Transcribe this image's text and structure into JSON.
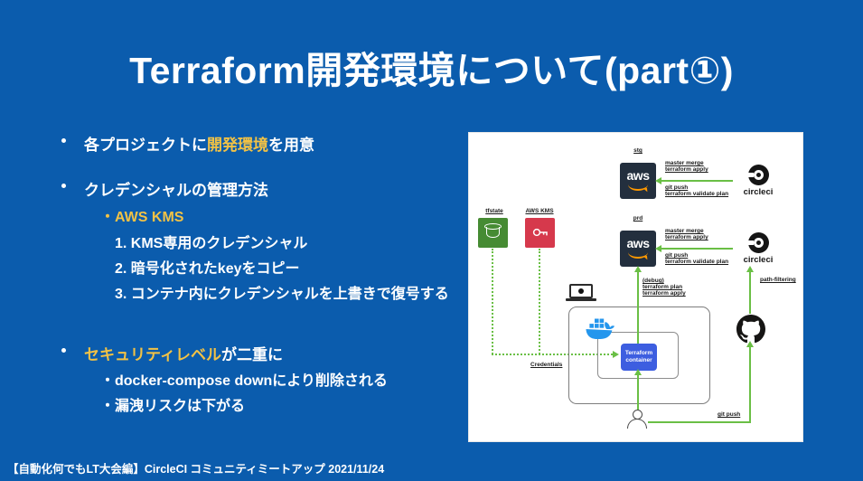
{
  "colors": {
    "background": "#0b5cad",
    "accent_yellow": "#f2c245",
    "arrow_green": "#6abf45",
    "aws_dark": "#232f3e",
    "aws_orange": "#ff9900",
    "kms_red": "#d6394c",
    "tfstate_green": "#468b33",
    "docker_blue": "#2496ed",
    "terraform_blue": "#3d5ee0"
  },
  "title": "Terraform開発環境について(part①)",
  "footer": "【自動化何でもLT大会編】CircleCI コミュニティミートアップ 2021/11/24",
  "bullets": {
    "b1_pre": "各プロジェクトに",
    "b1_highlight": "開発環境",
    "b1_post": "を用意",
    "b2": "クレデンシャルの管理方法",
    "b2_sub": "・AWS KMS",
    "b2_items": [
      "1. KMS専用のクレデンシャル",
      "2. 暗号化されたkeyをコピー",
      "3. コンテナ内にクレデンシャルを上書きで復号する"
    ],
    "b3_highlight": "セキュリティレベル",
    "b3_post": "が二重に",
    "b3_items": [
      "・docker-compose downにより削除される",
      "・漏洩リスクは下がる"
    ]
  },
  "diagram": {
    "env_top": "stg",
    "env_bottom": "prd",
    "aws_logo_text": "aws",
    "circleci_wordmark": "circleci",
    "label_master_merge": [
      "master merge",
      "terraform apply"
    ],
    "label_git_push_validate": [
      "git push",
      "terraform validate plan"
    ],
    "label_debug": [
      "(debug)",
      "terraform plan",
      "terraform apply"
    ],
    "label_path_filtering": "path-filtering",
    "label_git_push": "git push",
    "label_credentials": "Credentials",
    "label_tfstate": "tfstate",
    "label_aws_kms": "AWS KMS",
    "terraform_container": [
      "Terraform",
      "container"
    ]
  }
}
